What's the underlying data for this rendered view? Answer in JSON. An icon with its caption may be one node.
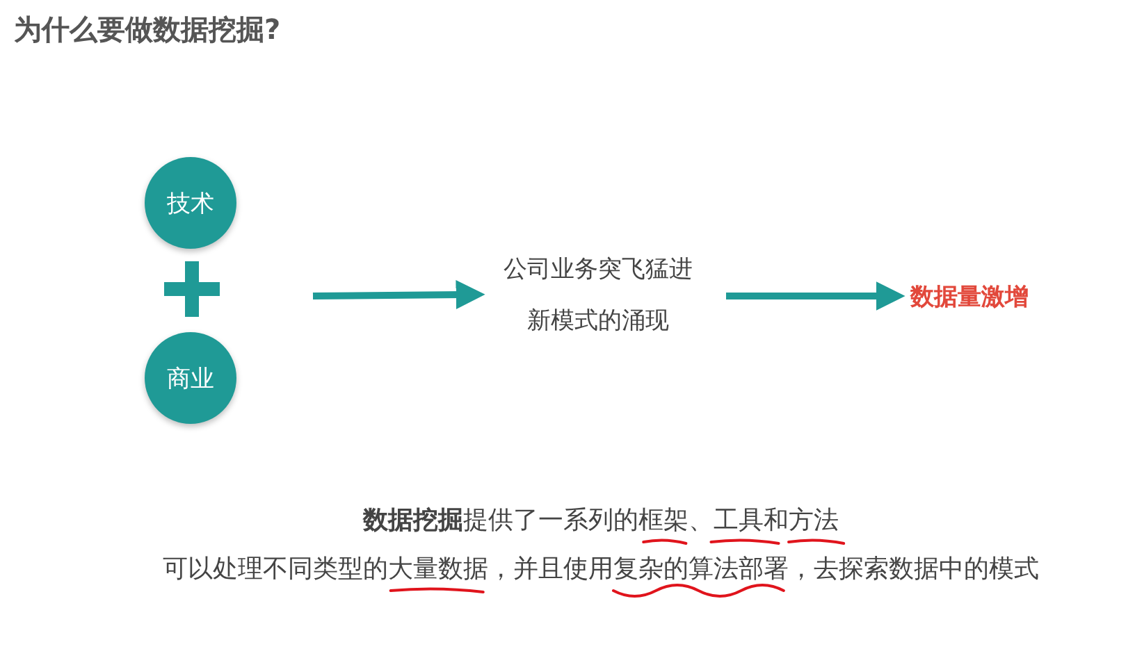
{
  "diagram": {
    "title": "为什么要做数据挖掘?",
    "nodes": [
      {
        "text": [
          "技术"
        ]
      },
      {
        "text": [
          "商业"
        ]
      },
      {
        "text": [
          "公司业务突飞猛进",
          "新模式的涌现"
        ]
      },
      {
        "text": [
          "数据量激增"
        ]
      }
    ],
    "edges": [
      {
        "from": null,
        "to": 2,
        "arrow": "to"
      },
      {
        "from": 2,
        "to": 3,
        "arrow": "to"
      }
    ],
    "labels": [
      "**数据挖掘**提供了一系列的框架、工具和方法",
      "可以处理不同类型的大量数据，并且使用复杂的算法部署，去探索数据中的模式"
    ]
  }
}
